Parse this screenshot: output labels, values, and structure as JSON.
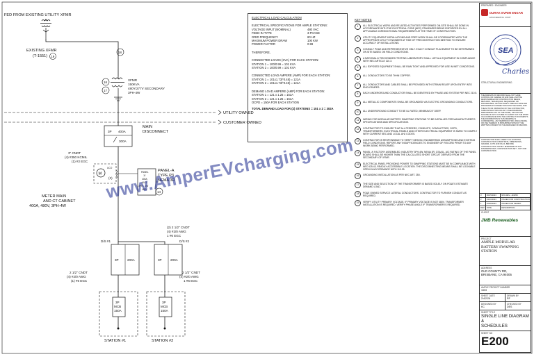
{
  "diagram": {
    "fed_label": "FED FROM EXISTING UTILITY XFMR",
    "existing_xfmr_label": "EXISTING XFMR",
    "existing_xfmr_id": "(T-1551)",
    "bubble_19": "19",
    "bubble_18": "18",
    "bubble_16": "16",
    "bubble_17": "17",
    "bubble_14": "14",
    "bubble_3": "(3)",
    "xfmr_lines": [
      "XFMR",
      "150KVA",
      "480Y/277V SECONDARY",
      "3PH-4W"
    ],
    "utility_owned": "UTILITY OWNED",
    "customer_owned": "CUSTOMER OWNED",
    "main_disconnect": [
      "MAIN",
      "DISCONNECT"
    ],
    "disc_poles": "3P",
    "disc_amps": "400A",
    "disc_fuse": "300A",
    "cndt_3": [
      "3\" CNDT",
      "(4) #350 KCMIL",
      "(1) #2 EGC"
    ],
    "meter_symbol": "M",
    "meter_sub": "UCO",
    "meter_label": [
      "METER MAIN",
      "AND CT CABINET",
      "400A, 480V, 3PH-4W"
    ],
    "panel_box": [
      "PANEL",
      "'A'",
      "400A",
      "MLO",
      "3PH - 4W",
      "480V"
    ],
    "panel_label": [
      "PANEL-A",
      "TYPE P3",
      "NEMA 3R"
    ],
    "cndt_25_top": [
      "(2) 2 1/2\" CNDT",
      "(4) #2/0 AWG",
      "1 #6 EGC"
    ],
    "ds1": "D/S #1",
    "ds2": "D/S #2",
    "ds_poles": "3P",
    "ds_amps": "200A",
    "cndt_left": [
      "2 1/2\" CNDT",
      "(4) #2/0 AWG",
      "(1) #6 EGC"
    ],
    "cndt_right": [
      "2 1/2\" CNDT",
      "(4) #2/0 AWG",
      "1 #6 EGC"
    ],
    "mcb": [
      "3P",
      "MCB",
      "150A"
    ],
    "station1": "STATION #1",
    "station2": "STATION #2",
    "watermark": "www.AmperEVcharging.com"
  },
  "calc": {
    "title": "ELECTRICAL LOAD CALCULATION",
    "spec_header": "ELECTRICAL SPECIFICATIONS FOR AMPLE STATIONS:",
    "specs": [
      {
        "k": "VOLTAGE INPUT (NOMINAL)",
        "v": "480 VAC"
      },
      {
        "k": "FEED-IN TYPE",
        "v": "3-PHASE"
      },
      {
        "k": "GRID FREQUENCY",
        "v": "60 HZ"
      },
      {
        "k": "MAXIMUM POWER DRAW",
        "v": "100 KW"
      },
      {
        "k": "POWER FACTOR",
        "v": "0.99"
      }
    ],
    "therefore": "THEREFORE,",
    "load_lines": [
      "CONNECTED LOADS (KVA) FOR EACH STATION:",
      "STATION 1 = 100/0.99 = 101 KVA",
      "STATION 2 = 100/0.99 = 101 KVA"
    ],
    "amp_lines": [
      "CONNECTED LOAD AMPERE (AMP) FOR EACH STATION:",
      "STATION 1 = 101x1.73/*0.48) = 121A",
      "STATION 2 = 101x1.73/*0.48) = 121A"
    ],
    "demand_lines": [
      "DEMAND LOAD AMPERE (AMP) FOR EACH STATION:",
      "STATION 1 = 121 x 1.25 = 151A",
      "STATION 2 = 121 x 1.25 = 151A",
      "OCPD = 150A FOR EACH STATION"
    ],
    "total": "TOTAL DEMAND LOAD FOR (2) STATIONS = 151 x 2 = 302A"
  },
  "notes": {
    "header": "KEY NOTES",
    "items": [
      "ALL ELECTRICAL WORK AND RELATED ACTIVITIES PERFORMED ON-SITE SHALL BE DONE IN ACCORDANCE WITH THE ELECTRICAL CODE (NEC) STANDARDS BEING ENFORCED BY ALL APPLICABLE JURISDICTIONAL REQUIREMENTS AT THE TIME OF CONSTRUCTION.",
      "UTILITY EQUIPMENT INSTALLATIONS AND PREP WORK SHALL BE COORDINATED WITH THE APPROPRIATE UTILITY ENGINEER AT TIME OF PRECONSTRUCTION MEETING TO ENSURE ACCURACY OF INSTALLATIONS.",
      "CONSULT PG&E AND REPRESENTATIVE ONLY. EXACT CONDUIT PLACEMENT TO BE DETERMINED ON SITE BASED ON FIELD CONDITIONS.",
      "A NATIONALLY RECOGNIZED TESTING LABORATORY SHALL LIST ALL EQUIPMENT IN COMPLIANCE WITH NEC ARTICLE 110.3.",
      "ALL EXPOSED EQUIPMENT SHALL BE RAIN TIGHT AND APPROVED FOR USE IN WET CONDITIONS.",
      "ALL CONDUCTORS TO BE THHN COPPER.",
      "ALL CONDUCTORS AND CABLES SHALL BE PROVIDED WITH STRAIN RELIEF UPON ENTRY INTO ENCLOSURES.",
      "EACH UNDERGROUND CONDUCTOR SHALL BE IDENTIFIED BY PHASE AND SYSTEM PER NEC 210.5.",
      "ALL METALLIC COMPONENTS SHALL BE GROUNDED VIA ELECTRIC GROUNDING CONDUCTORS.",
      "ALL UNDERGROUND CONDUIT TO BE UL RATED, MINIMUM 24\" DEEP.",
      "WIRING FOR MODULAR BATTERY SWAPPING STATIONS TO BE INSTALLED PER MANUFACTURER'S SPECIFICATIONS AND SPECIFICATIONS.",
      "CONTRACTOR TO ENSURE THAT ALL FEEDERS, CONDUITS, CONDUCTORS, OCPD, TRANSFORMERS, ELECTRICAL PANELS AND OTHER ELECTRICAL EQUIPMENT IS SIZED TO COMPLY WITH CURRENT NEC AND LOCAL AHJ CODES.",
      "CONTRACTOR IS RESPONSIBLE TO VERIFY DESIGN, ENGINEERING ASSUMPTIONS AND EXISTING FIELD CONDITIONS. REPORT ANY INSUFFICIENCIES TO ENGINEER OF RECORD PRIOR TO ANY WORK BEING PERFORMED.",
      "PANEL 'A' FACTORY ASSEMBLED. INDUSTRY 3PH-4W, NEMA 3R, CSA/UL. AIC RATING OF THE PANEL BOARD SHALL BE HIGHER THAN THE CALCULATED SHORT CIRCUIT DERIVED FROM THE SECONDARY OF XFMR.",
      "ELECTRICAL PANEL PROVIDING POWER TO SWAPPING STATIONS MUST BE IN COMPLIANCE WITH NEC 625.43, READILY ACCESSIBLE LOCATION. THE DISCONNECTING MEANS SHALL BE LOCKABLE OPEN IN ACCORDANCE WITH 110.25.",
      "GROUNDING INSTALLATION AS PER NEC ART. 250.",
      "THE SIZE AND SELECTION OF THE TRANSFORMER IS BASED SOLELY ON PG&E'S ESTIMATE DEMAND LOAD.",
      "PG&E OWNED SERVICE LATERAL CONDUCTORS. CONTRACTOR TO FURNISH CONDUIT AS REQUIRED.",
      "VERIFY UTILITY PRIMARY VOLTAGE. IF PRIMARY VOLTAGE IS NOT 480V, TRANSFORMER INSTALLATION IS REQUIRED. VERIFY PHASE ANGLE IF TRANSFORMER IS REQUIRED."
    ]
  },
  "titleblock": {
    "prepared_by": "PREPARED / ENGINEER",
    "logo1": "DURAK EVRIM ENGAR",
    "logo1_sub": "ENGINEERING CORP",
    "stamp_text": "SEA",
    "signature": "Charles",
    "stamp_caption": "STRUCTURAL ENGINEERING",
    "copyright": "THE DESIGNS OF RECORD SHALL NOT HAVE CONTROL OR CHARGE OF AND SHALL NOT BE RESPONSIBLE FOR CONSTRUCTION MEANS, METHODS, TECHNIQUES, SEQUENCES OR PROCEDURES, OR FOR SAFETY PRECAUTIONS AND PROGRAMS IN CONNECTION WITH THE WORK, FOR THE ACTS OR OMISSIONS OF THE CONTRACTOR, SUBCONTRACTORS OR ANY OTHER PERSONS PERFORMING ANY OF THE WORK, OR FOR THE FAILURE OF ANY OF THEM TO CARRY OUT THE WORK IN ACCORDANCE WITH THE CONTRACT DOCUMENTS. THE INFORMATION IN THIS DRAWING IS CONFIDENTIAL. ANY REPRODUCTION, DISCLOSURE, OR USE THEREOF IS PROHIBITED WITHOUT THE WRITTEN CONSENT OF THE DESIGNER OF RECORD.",
    "contractor_note": "CONTRACTOR SHALL VERIFY ALL EXISTING CONSTRUCTION CONDITIONS, DIMENSIONS, GRADES, CUTS AND FILLS, BEFORE CONSTRUCTION. NOTIFY ENGINEER OF ANY DISCREPANCIES. CONSTRUCTION SET - NOT FOR CONSTRUCTION",
    "revisions": [
      {
        "no": "3",
        "date": "06/15/2023",
        "desc": "90% REV - ADMIN"
      },
      {
        "no": "2",
        "date": "04/10/2023",
        "desc": "ISSUED FOR CONSTRUCTION"
      },
      {
        "no": "1",
        "date": "02/08/2023",
        "desc": "ISSUED FOR PERMIT"
      },
      {
        "no": "REV",
        "date": "DATE",
        "desc": "DESCRIPTION"
      }
    ],
    "client_label": "CLIENT",
    "client_logo": "JMB Renewables",
    "project_label": "PROJECT",
    "project_name": [
      "AMPLE MODULAR",
      "BATTERY SWAPPING",
      "STATION"
    ],
    "address_label": "ADDRESS",
    "address": [
      "OLD COUNTY RD,",
      "BRISBANE, CA 94005"
    ],
    "job_label": "AMPLE PROJECT NUMBER",
    "job_no": "1503",
    "date_label": "SHEET DATE",
    "drawn_label": "DRAWN BY",
    "date_val": "2/4/2/26",
    "drawn_val": "RF",
    "designed_label": "DESIGNED BY",
    "checked_label": "CHECKED BY",
    "designed_val": "KC",
    "checked_val": "DES",
    "sheet_title_label": "SHEET TITLE",
    "sheet_title": [
      "SINGLE LINE DIAGRAM &",
      "SCHEDULES"
    ],
    "sheet_no_label": "SHEET NO",
    "sheet_no": "E200"
  }
}
